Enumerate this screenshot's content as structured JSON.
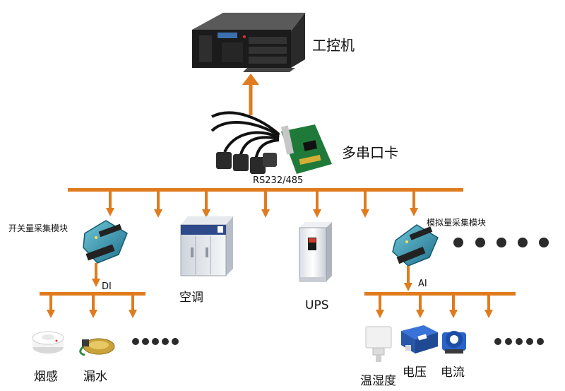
{
  "colors": {
    "bus": "#e07b1e",
    "dot": "#2b2b2b"
  },
  "labels": {
    "ipc": "工控机",
    "serial_card": "多串口卡",
    "bus": "RS232/485",
    "di_module": "开关量采集模块",
    "ai_module": "模拟量采集模块",
    "di": "DI",
    "ai": "AI",
    "aircon": "空调",
    "ups": "UPS",
    "smoke": "烟感",
    "leak": "漏水",
    "temp_humidity": "温湿度",
    "voltage": "电压",
    "current": "电流"
  },
  "devices": {
    "ipc_icon": "industrial-pc-icon",
    "serial_card_icon": "multi-serial-card-icon",
    "module_icon": "io-module-icon",
    "aircon_icon": "precision-air-conditioner-icon",
    "ups_icon": "ups-cabinet-icon",
    "smoke_icon": "smoke-detector-icon",
    "leak_icon": "water-leak-sensor-icon",
    "th_icon": "temperature-humidity-sensor-icon",
    "voltage_icon": "voltage-transducer-icon",
    "current_icon": "current-transducer-icon",
    "ellipsis_icon": "more-dots-icon"
  }
}
